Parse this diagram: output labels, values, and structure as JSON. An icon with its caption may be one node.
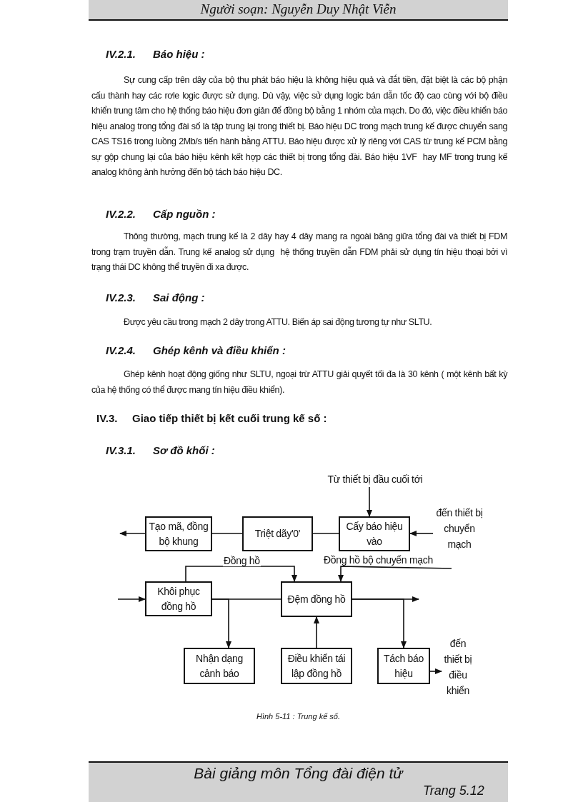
{
  "diagram": {
    "caption": "Hình 5-11 : Trung kế số.",
    "nodes": [
      {
        "text": [
          "Tạo mã, đồng bộ khung"
        ]
      },
      {
        "text": [
          "Triệt  dãy'0'"
        ]
      },
      {
        "text": [
          "Cấy báo hiệu vào"
        ]
      },
      {
        "text": [
          "Từ thiết bị đầu cuối tới"
        ]
      },
      {
        "text": [
          "đến thiết bị chuyển mạch"
        ]
      },
      {
        "text": [
          "Khôi phục đồng hồ"
        ]
      },
      {
        "text": [
          "Đệm đồng hồ"
        ]
      },
      {
        "text": [
          "Nhận dạng cảnh báo"
        ]
      },
      {
        "text": [
          "Điều khiển tái lập đồng hồ"
        ]
      },
      {
        "text": [
          "Tách báo hiệu"
        ]
      },
      {
        "text": [
          "đến thiết bị điều khiển"
        ]
      }
    ],
    "edges": [
      {
        "from": 0,
        "to": null,
        "arrow": "to"
      },
      {
        "from": 1,
        "to": 0,
        "arrow": "none"
      },
      {
        "from": 2,
        "to": 1,
        "arrow": "none"
      },
      {
        "from": 3,
        "to": 2,
        "arrow": "to"
      },
      {
        "from": 4,
        "to": 2,
        "arrow": "to"
      },
      {
        "from": null,
        "to": 5,
        "arrow": "to"
      },
      {
        "from": 5,
        "to": 6,
        "arrow": "to",
        "label": "Đồng hồ"
      },
      {
        "from": 5,
        "to": 6,
        "arrow": "none"
      },
      {
        "from": 5,
        "to": 7,
        "arrow": "to"
      },
      {
        "from": null,
        "to": 6,
        "arrow": "to",
        "label": "Đồng hồ bộ chuyển mạch"
      },
      {
        "from": 6,
        "to": null,
        "arrow": "to"
      },
      {
        "from": 6,
        "to": 9,
        "arrow": "to"
      },
      {
        "from": 8,
        "to": 6,
        "arrow": "to"
      },
      {
        "from": 9,
        "to": 10,
        "arrow": "to"
      }
    ],
    "labels": [
      "Người soạn: Nguyễn Duy Nhật Viễn",
      "IV.2.1.",
      "Báo hiệu :",
      "Sự cung cấp trên dây của bộ thu phát báo hiệu là không hiệu quả và đắt tiền, đặt biệt là các bộ phận cấu thành hay các rơle logic được sử dụng. Dù vậy, việc sử dụng logic bán dẫn tốc độ cao cùng với bộ điều khiển trung tâm cho hệ thống báo hiệu đơn giản để đồng bộ bằng 1 nhóm của mạch. Do đó, việc điều khiển báo hiệu analog trong tổng đài số là tập trung lại trong thiết bị. Báo hiệu DC trong mạch trung kế được chuyển sang CAS TS16 trong luồng 2Mb/s tiến hành bằng ATTU. Báo hiệu được xử lý riêng với CAS từ trung kế PCM bằng sự gộp chung lại của báo hiệu kênh kết hợp các thiết bị trong tổng đài. Báo hiệu 1VF  hay MF trong trung kế analog không ảnh hưởng đến bộ tách báo hiệu DC.",
      "IV.2.2.",
      "Cấp nguồn :",
      "Thông thường, mạch trung kế là 2 dây hay 4 dây mang ra ngoài băng giữa tổng đài và thiết bị FDM trong trạm truyền dẫn. Trung kế analog sử dụng  hệ thống truyền dẫn FDM phải sử dụng tín hiệu thoại bởi vì trạng thái DC không thể truyền đi xa được.",
      "IV.2.3.",
      "Sai động :",
      "Được yêu cầu trong mạch 2 dây trong ATTU. Biến áp sai động tương tự như SLTU.",
      "IV.2.4.",
      "Ghép kênh và điều khiển :",
      "Ghép kênh hoạt động giống như SLTU, ngoại trừ ATTU giải quyết tối đa là 30 kênh ( một kênh bất kỳ của hệ thống có thể được mang tín hiệu điều khiển).",
      "IV.3.",
      "Giao tiếp thiết bị kết cuối trung kế số :",
      "IV.3.1.",
      "Sơ đồ khối :",
      "Bài giảng môn Tổng đài điện tử",
      "Trang 5.12"
    ]
  }
}
